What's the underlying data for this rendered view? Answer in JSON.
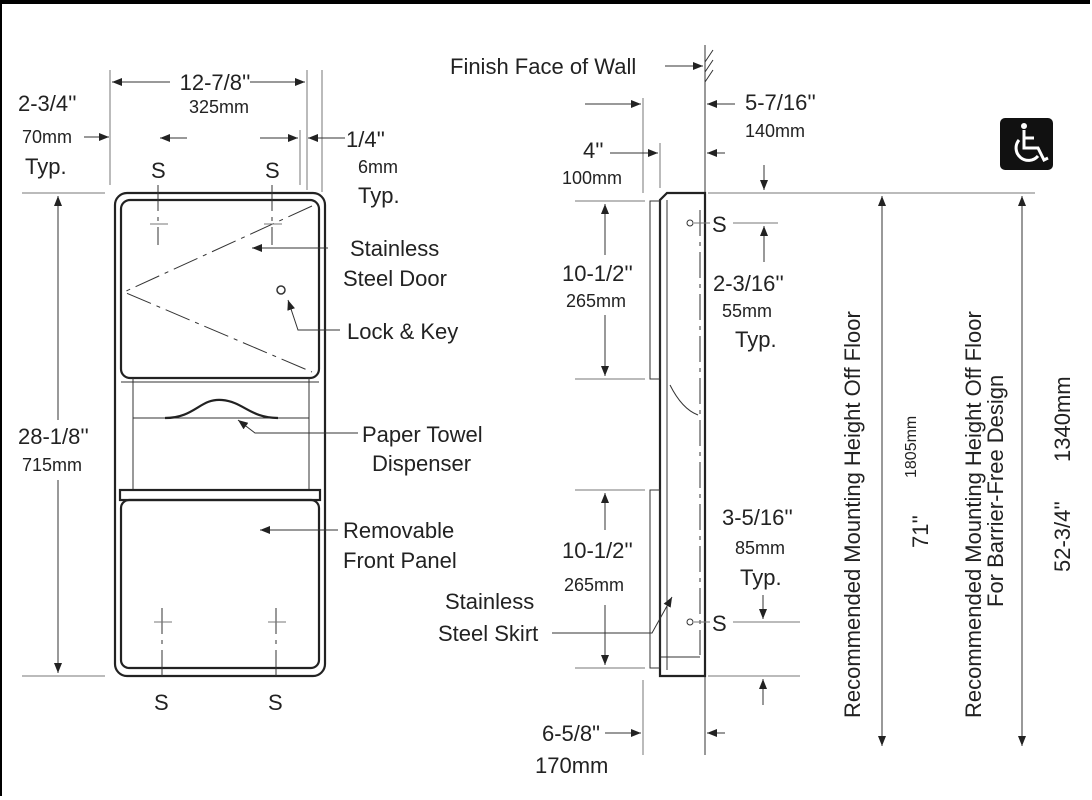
{
  "front_view": {
    "width_in": "12-7/8''",
    "width_mm": "325mm",
    "edge_in": "2-3/4''",
    "edge_mm": "70mm",
    "edge_typ": "Typ.",
    "side_in": "1/4''",
    "side_mm": "6mm",
    "side_typ": "Typ.",
    "height_in": "28-1/8''",
    "height_mm": "715mm",
    "screw_label": "S",
    "callouts": {
      "door_1": "Stainless",
      "door_2": "Steel Door",
      "lock": "Lock & Key",
      "towel_1": "Paper Towel",
      "towel_2": "Dispenser",
      "panel_1": "Removable",
      "panel_2": "Front Panel"
    }
  },
  "side_view": {
    "wall_label": "Finish Face of Wall",
    "depth_in": "5-7/16''",
    "depth_mm": "140mm",
    "recess_in": "4''",
    "recess_mm": "100mm",
    "upper_in": "10-1/2''",
    "upper_mm": "265mm",
    "top_screw_in": "2-3/16''",
    "top_screw_mm": "55mm",
    "top_screw_typ": "Typ.",
    "lower_in": "10-1/2''",
    "lower_mm": "265mm",
    "bottom_screw_in": "3-5/16''",
    "bottom_screw_mm": "85mm",
    "bottom_screw_typ": "Typ.",
    "skirt_1": "Stainless",
    "skirt_2": "Steel Skirt",
    "rough_in": "6-5/8\"",
    "rough_mm": "170mm",
    "screw_label": "S"
  },
  "mounting": {
    "standard_label": "Recommended Mounting Height Off Floor",
    "standard_in": "71''",
    "standard_mm": "1805mm",
    "ada_label_1": "Recommended Mounting Height Off Floor",
    "ada_label_2": "For Barrier-Free Design",
    "ada_in": "52-3/4''",
    "ada_mm": "1340mm"
  }
}
